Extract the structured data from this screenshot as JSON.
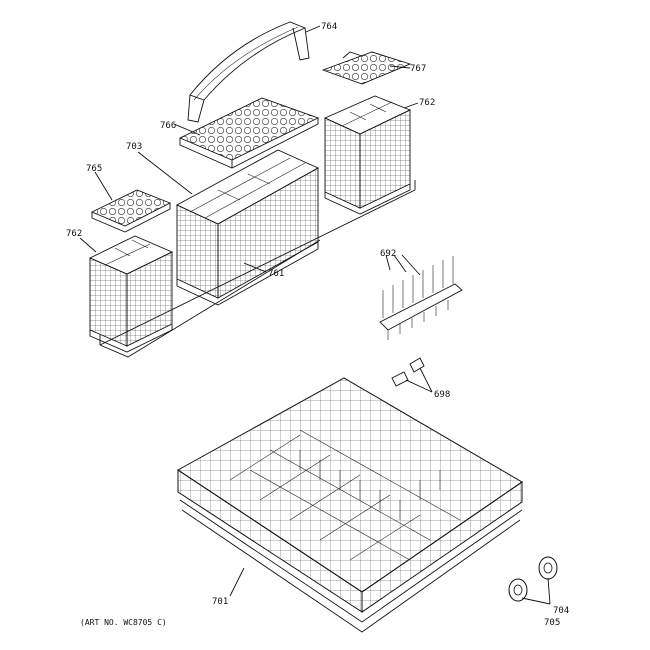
{
  "labels": {
    "p764": "764",
    "p767": "767",
    "p762a": "762",
    "p766": "766",
    "p703": "703",
    "p765": "765",
    "p762b": "762",
    "p761": "761",
    "p692": "692",
    "p698": "698",
    "p701": "701",
    "p704": "704",
    "p705": "705"
  },
  "art_number": "(ART NO. WC8705 C)"
}
